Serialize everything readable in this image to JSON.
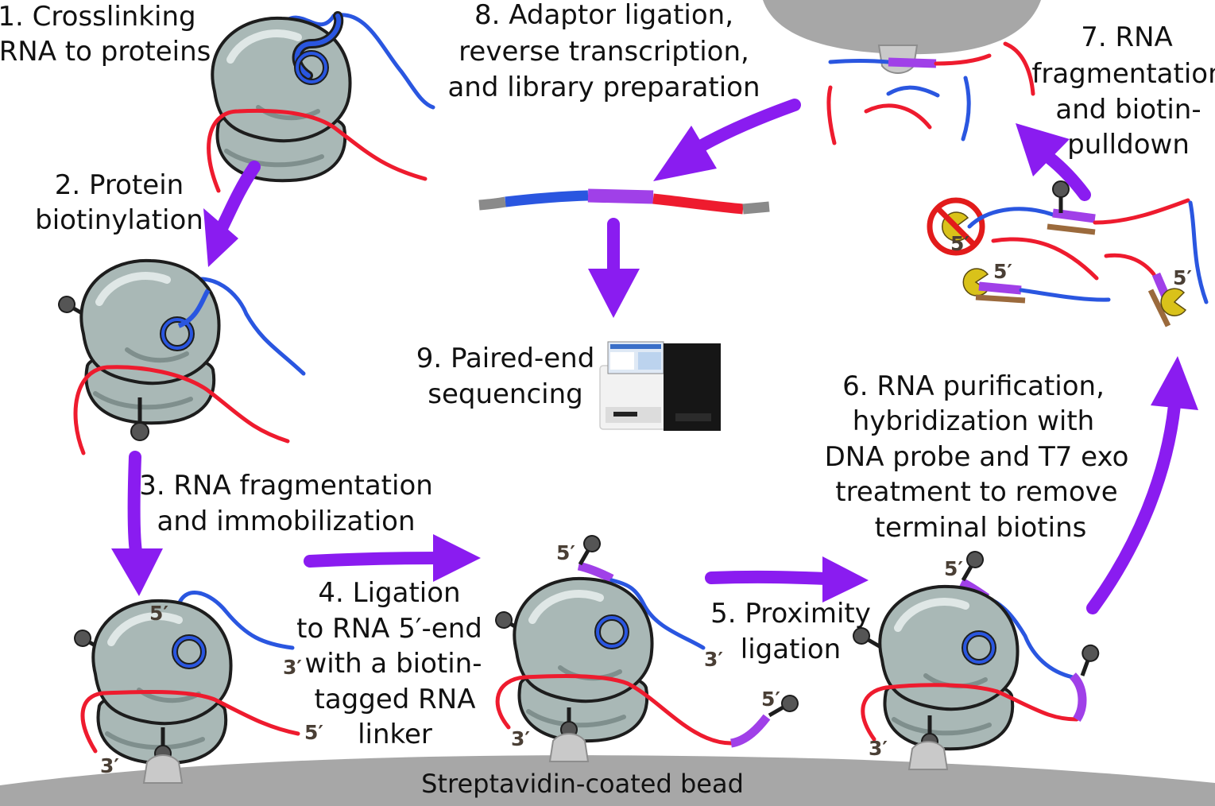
{
  "steps": {
    "s1_line1": "1. Crosslinking",
    "s1_line2": "RNA to proteins",
    "s2_line1": "2. Protein",
    "s2_line2": "biotinylation",
    "s3_line1": "3. RNA fragmentation",
    "s3_line2": "and immobilization",
    "s4_line1": "4. Ligation",
    "s4_line2": "to RNA 5′-end",
    "s4_line3": "with a biotin-",
    "s4_line4": "tagged RNA",
    "s4_line5": "linker",
    "s5_line1": "5. Proximity",
    "s5_line2": "ligation",
    "s6_line1": "6. RNA purification,",
    "s6_line2": "hybridization with",
    "s6_line3": "DNA probe and T7 exo",
    "s6_line4": "treatment to remove",
    "s6_line5": "terminal biotins",
    "s7_line1": "7. RNA",
    "s7_line2": "fragmentation",
    "s7_line3": "and biotin-",
    "s7_line4": "pulldown",
    "s8_line1": "8. Adaptor ligation,",
    "s8_line2": "reverse transcription,",
    "s8_line3": "and library preparation",
    "s9_line1": "9. Paired-end",
    "s9_line2": "sequencing"
  },
  "bead": {
    "label": "Streptavidin-coated bead"
  },
  "ends": {
    "five_prime": "5′",
    "three_prime": "3′"
  },
  "colors": {
    "arrow": "#8a1cf0",
    "rna_blue": "#2a56e0",
    "rna_red": "#ee1b2e",
    "linker": "#a040e8",
    "protein": "#a9b8b6",
    "bead": "#a7a7a7",
    "adaptor": "#8a8a8a",
    "dna_probe": "#9b6a3c",
    "exonuclease": "#d9c21a",
    "prohibition": "#e21b1b"
  },
  "icons": {
    "protein": "protein-complex-icon",
    "biotin": "biotin-icon",
    "sequencer": "sequencer-icon",
    "exonuclease": "exonuclease-pacman-icon",
    "prohibition": "prohibition-icon"
  }
}
